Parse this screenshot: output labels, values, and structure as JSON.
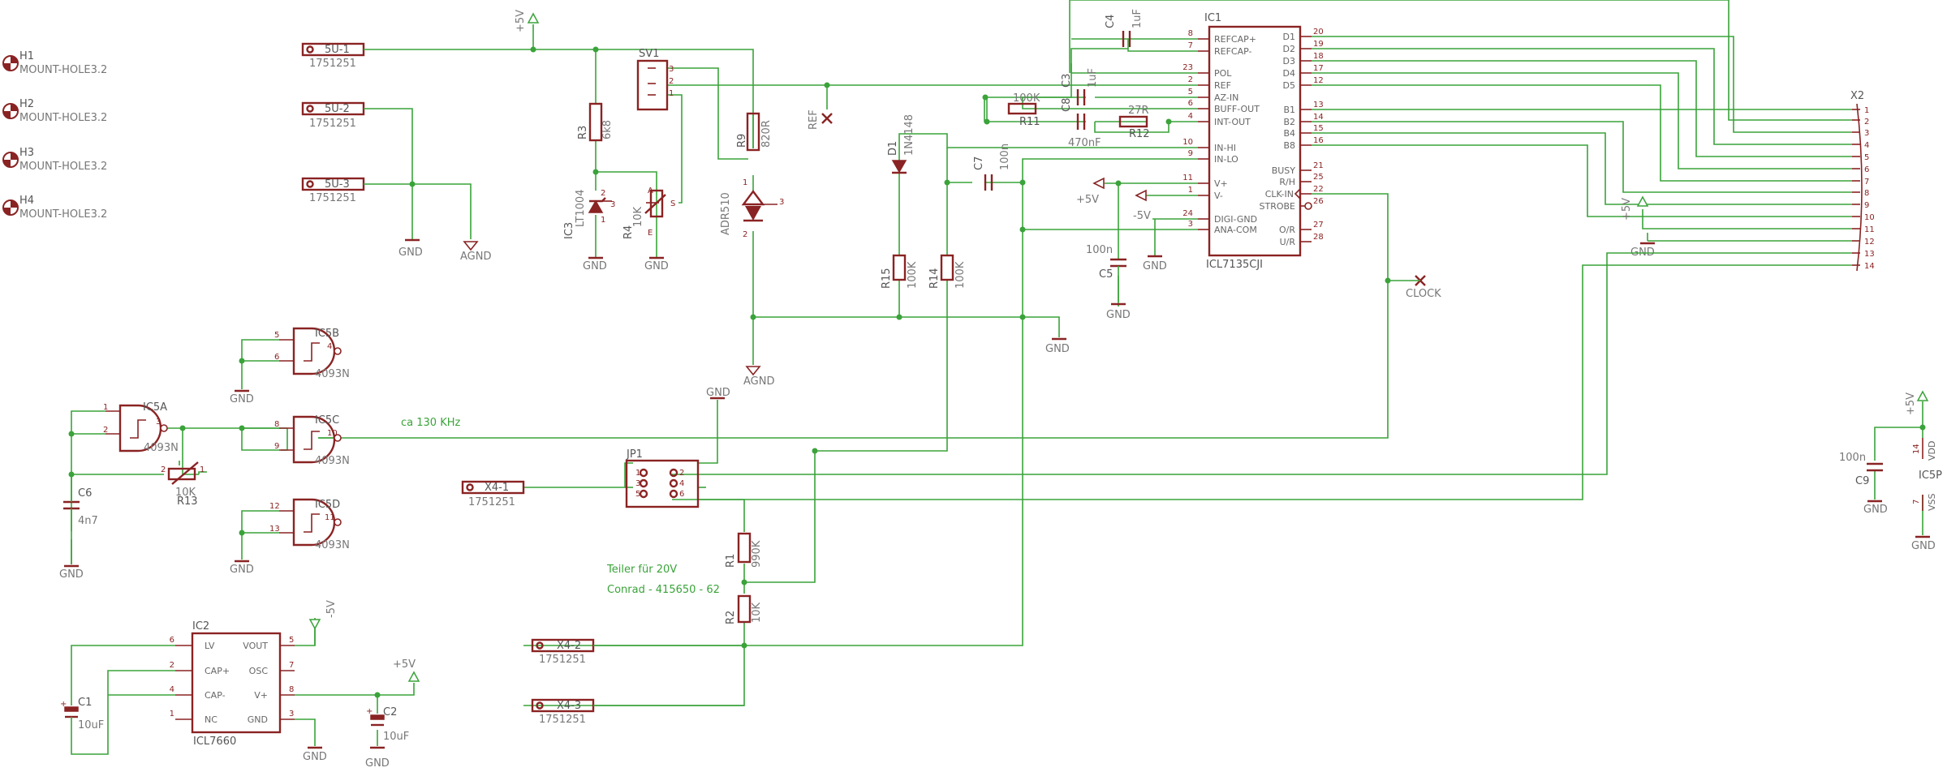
{
  "colors": {
    "wire": "#3aa33a",
    "symbol": "#8a2323",
    "label": "#555555",
    "background": "#ffffff"
  },
  "mount_holes": [
    {
      "name": "H1",
      "value": "MOUNT-HOLE3.2"
    },
    {
      "name": "H2",
      "value": "MOUNT-HOLE3.2"
    },
    {
      "name": "H3",
      "value": "MOUNT-HOLE3.2"
    },
    {
      "name": "H4",
      "value": "MOUNT-HOLE3.2"
    }
  ],
  "connectors": {
    "u1": {
      "name": "5U-1",
      "value": "1751251"
    },
    "u2": {
      "name": "5U-2",
      "value": "1751251"
    },
    "u3": {
      "name": "5U-3",
      "value": "1751251"
    },
    "x41": {
      "name": "X4-1",
      "value": "1751251"
    },
    "x42": {
      "name": "X4-2",
      "value": "1751251"
    },
    "x43": {
      "name": "X4-3",
      "value": "1751251"
    }
  },
  "supply": {
    "p5v": "+5V",
    "m5v": "-5V",
    "gnd": "GND",
    "agnd": "AGND"
  },
  "sv1": {
    "name": "SV1",
    "pins": [
      "3",
      "2",
      "1"
    ]
  },
  "ref_label": "REF",
  "clock_label": "CLOCK",
  "components": {
    "r3": {
      "name": "R3",
      "value": "6k8"
    },
    "r9": {
      "name": "R9",
      "value": "820R"
    },
    "r4": {
      "name": "R4",
      "value": "10K",
      "pins": [
        "A",
        "E",
        "S"
      ]
    },
    "ic3": {
      "name": "IC3",
      "value": "LT1004",
      "pins": [
        "2",
        "3",
        "1"
      ]
    },
    "adr": {
      "value": "ADR510",
      "pins": [
        "1",
        "3",
        "2"
      ]
    },
    "d1": {
      "name": "D1",
      "value": "1N4148"
    },
    "c7": {
      "name": "C7",
      "value": "100n"
    },
    "r15": {
      "name": "R15",
      "value": "100K"
    },
    "r14": {
      "name": "R14",
      "value": "100K"
    },
    "c4": {
      "name": "C4",
      "value": "1uF"
    },
    "c3": {
      "name": "C3",
      "value": "1uF"
    },
    "c8": {
      "name": "C8",
      "value": "470nF"
    },
    "r11": {
      "name": "R11",
      "value": "100K"
    },
    "r12": {
      "name": "R12",
      "value": "27R"
    },
    "c5": {
      "name": "C5",
      "value": "100n"
    },
    "c9": {
      "name": "C9",
      "value": "100n"
    },
    "c6": {
      "name": "C6",
      "value": "4n7"
    },
    "r13": {
      "name": "R13",
      "value": "10K",
      "pins": [
        "2",
        "1"
      ]
    },
    "r1": {
      "name": "R1",
      "value": "990K"
    },
    "r2": {
      "name": "R2",
      "value": "10K"
    },
    "c1": {
      "name": "C1",
      "value": "10uF"
    },
    "c2": {
      "name": "C2",
      "value": "10uF"
    },
    "ic5p": {
      "name": "IC5P",
      "pin_vdd": "14",
      "pin_vss": "7",
      "vdd": "VDD",
      "vss": "VSS"
    }
  },
  "ic1": {
    "name": "IC1",
    "value": "ICL7135CJI",
    "left_pins": [
      {
        "num": "8",
        "label": "REFCAP+"
      },
      {
        "num": "7",
        "label": "REFCAP-"
      },
      {
        "num": "23",
        "label": "POL"
      },
      {
        "num": "2",
        "label": "REF"
      },
      {
        "num": "5",
        "label": "AZ-IN"
      },
      {
        "num": "6",
        "label": "BUFF-OUT"
      },
      {
        "num": "4",
        "label": "INT-OUT"
      },
      {
        "num": "10",
        "label": "IN-HI"
      },
      {
        "num": "9",
        "label": "IN-LO"
      },
      {
        "num": "11",
        "label": "V+"
      },
      {
        "num": "1",
        "label": "V-"
      },
      {
        "num": "24",
        "label": "DIGI-GND"
      },
      {
        "num": "3",
        "label": "ANA-COM"
      }
    ],
    "right_pins": [
      {
        "num": "20",
        "label": "D1"
      },
      {
        "num": "19",
        "label": "D2"
      },
      {
        "num": "18",
        "label": "D3"
      },
      {
        "num": "17",
        "label": "D4"
      },
      {
        "num": "12",
        "label": "D5"
      },
      {
        "num": "13",
        "label": "B1"
      },
      {
        "num": "14",
        "label": "B2"
      },
      {
        "num": "15",
        "label": "B4"
      },
      {
        "num": "16",
        "label": "B8"
      },
      {
        "num": "21",
        "label": "BUSY"
      },
      {
        "num": "25",
        "label": "R/H"
      },
      {
        "num": "22",
        "label": "CLK-IN"
      },
      {
        "num": "26",
        "label": "STROBE"
      },
      {
        "num": "27",
        "label": "O/R"
      },
      {
        "num": "28",
        "label": "U/R"
      }
    ]
  },
  "x2": {
    "name": "X2",
    "pins": [
      "1",
      "2",
      "3",
      "4",
      "5",
      "6",
      "7",
      "8",
      "9",
      "10",
      "11",
      "12",
      "13",
      "14"
    ]
  },
  "ic5": {
    "gates": [
      {
        "name": "IC5A",
        "value": "4093N",
        "pins": [
          "1",
          "2",
          "3"
        ]
      },
      {
        "name": "IC5B",
        "value": "4093N",
        "pins": [
          "5",
          "6",
          "4"
        ]
      },
      {
        "name": "IC5C",
        "value": "4093N",
        "pins": [
          "8",
          "9",
          "10"
        ]
      },
      {
        "name": "IC5D",
        "value": "4093N",
        "pins": [
          "12",
          "13",
          "11"
        ]
      }
    ]
  },
  "freq_note": "ca 130 KHz",
  "jp1": {
    "name": "JP1",
    "pins": [
      "1",
      "2",
      "3",
      "4",
      "5",
      "6"
    ]
  },
  "divider_note": "Teiler für 20V",
  "conrad_note": "Conrad - 415650 - 62",
  "ic2": {
    "name": "IC2",
    "value": "ICL7660",
    "left_pins": [
      {
        "num": "6",
        "label": "LV"
      },
      {
        "num": "2",
        "label": "CAP+"
      },
      {
        "num": "4",
        "label": "CAP-"
      },
      {
        "num": "1",
        "label": "NC"
      }
    ],
    "right_pins": [
      {
        "num": "5",
        "label": "VOUT"
      },
      {
        "num": "7",
        "label": "OSC"
      },
      {
        "num": "8",
        "label": "V+"
      },
      {
        "num": "3",
        "label": "GND"
      }
    ]
  }
}
